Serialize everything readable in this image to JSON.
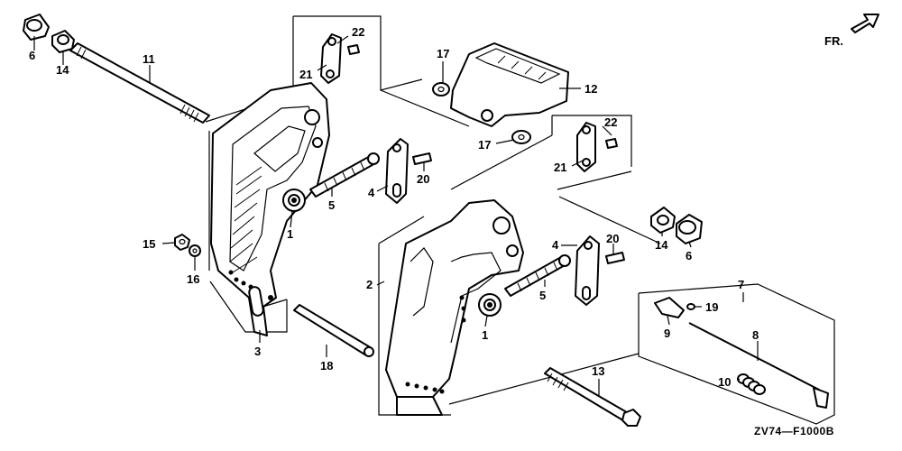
{
  "diagram": {
    "direction_label": "FR.",
    "figure_code": "ZV74—F1000B",
    "callouts": {
      "c1a": "1",
      "c1b": "1",
      "c2": "2",
      "c3": "3",
      "c4a": "4",
      "c4b": "4",
      "c5a": "5",
      "c5b": "5",
      "c6a": "6",
      "c6b": "6",
      "c7": "7",
      "c8": "8",
      "c9": "9",
      "c10": "10",
      "c11": "11",
      "c12": "12",
      "c13": "13",
      "c14a": "14",
      "c14b": "14",
      "c15": "15",
      "c16": "16",
      "c17a": "17",
      "c17b": "17",
      "c18": "18",
      "c19": "19",
      "c20a": "20",
      "c20b": "20",
      "c21a": "21",
      "c21b": "21",
      "c22a": "22",
      "c22b": "22"
    }
  }
}
